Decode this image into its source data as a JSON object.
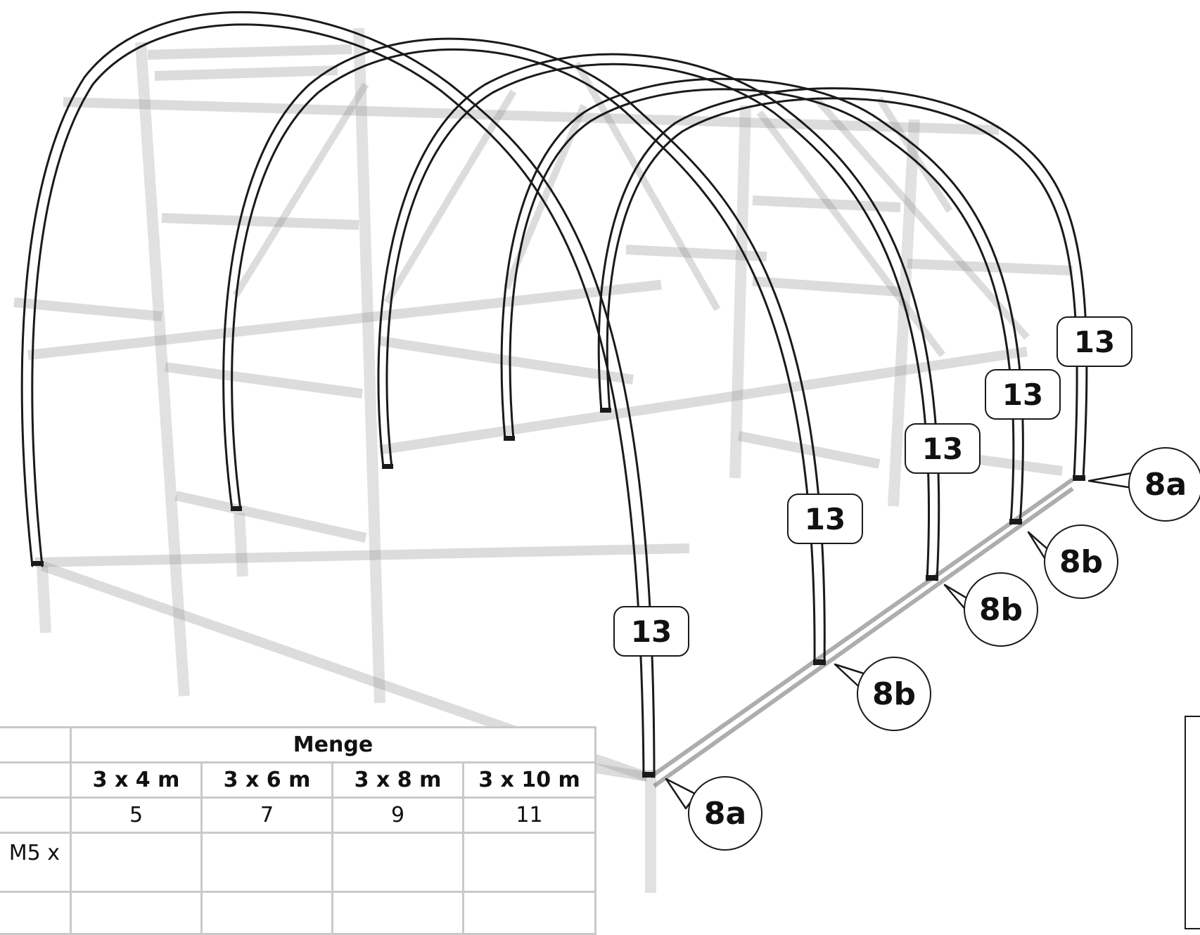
{
  "diagram": {
    "callouts_13": [
      "13",
      "13",
      "13",
      "13",
      "13"
    ],
    "callouts_circle": [
      "8a",
      "8b",
      "8b",
      "8b",
      "8a"
    ]
  },
  "table": {
    "header_group": "Menge",
    "sizes": [
      "3 x 4 m",
      "3 x 6 m",
      "3 x 8 m",
      "3 x 10 m"
    ],
    "row1": [
      "5",
      "7",
      "9",
      "11"
    ],
    "row2_label": "M5 x"
  }
}
